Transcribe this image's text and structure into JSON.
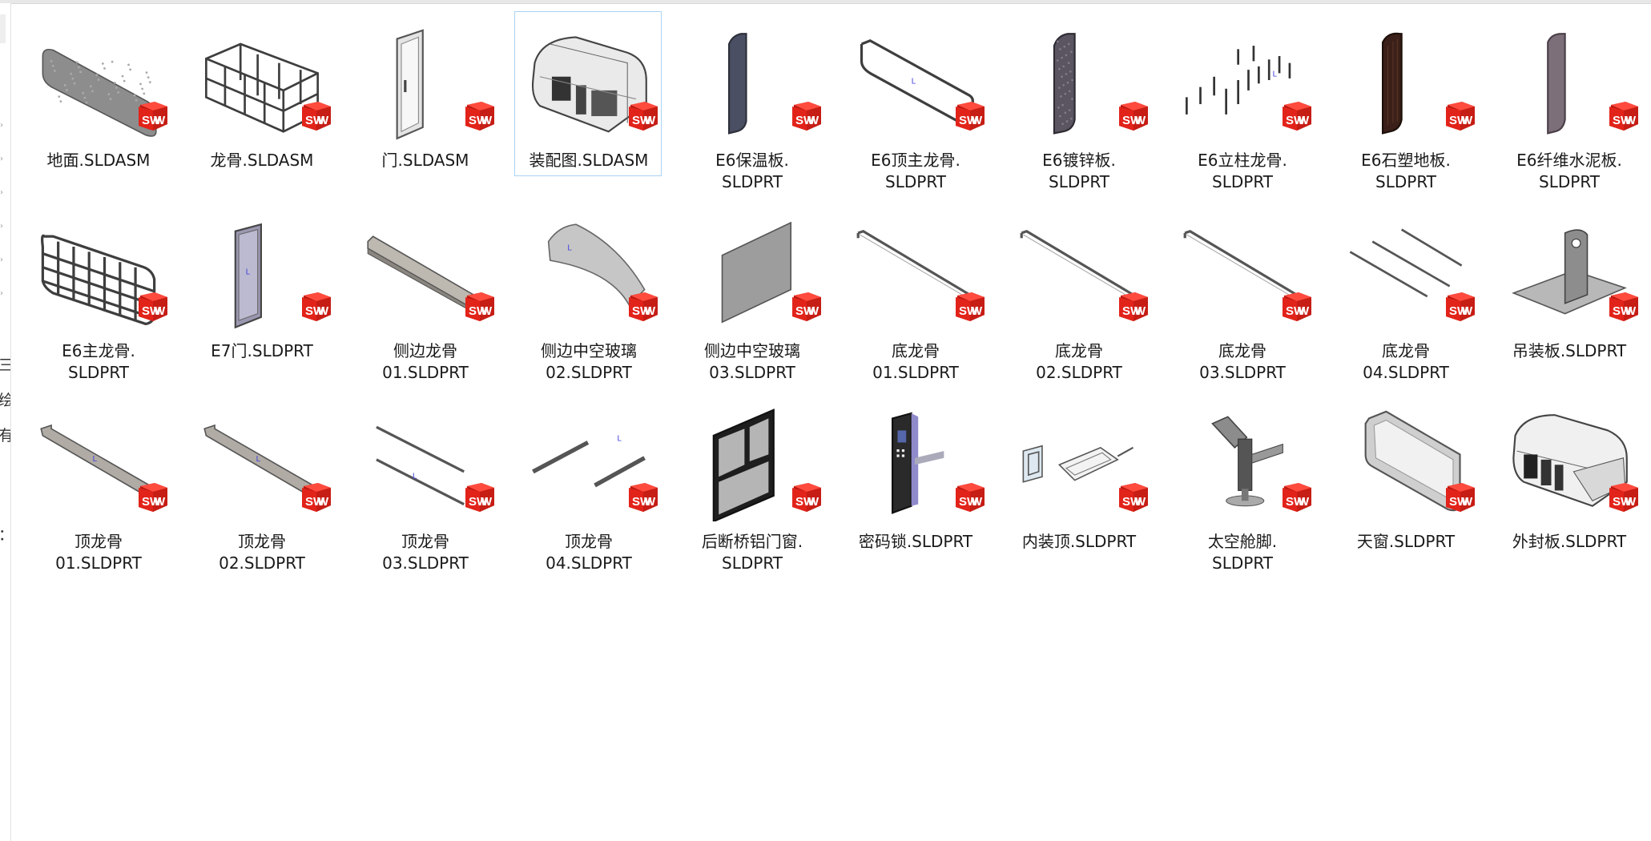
{
  "files": [
    {
      "name": "地面.SLDASM",
      "icon": "floor-plate-icon"
    },
    {
      "name": "龙骨.SLDASM",
      "icon": "frame-keel-icon"
    },
    {
      "name": "门.SLDASM",
      "icon": "door-icon"
    },
    {
      "name": "装配图.SLDASM",
      "icon": "capsule-assembly-icon",
      "selected": true
    },
    {
      "name": "E6保温板.\nSLDPRT",
      "icon": "insulation-board-icon"
    },
    {
      "name": "E6顶主龙骨.\nSLDPRT",
      "icon": "top-keel-frame-icon"
    },
    {
      "name": "E6镀锌板.\nSLDPRT",
      "icon": "galvanized-sheet-icon"
    },
    {
      "name": "E6立柱龙骨.\nSLDPRT",
      "icon": "column-keel-icon"
    },
    {
      "name": "E6石塑地板.\nSLDPRT",
      "icon": "stone-plastic-floor-icon"
    },
    {
      "name": "E6纤维水泥板.\nSLDPRT",
      "icon": "fiber-cement-board-icon"
    },
    {
      "name": "E6主龙骨.\nSLDPRT",
      "icon": "main-keel-grid-icon"
    },
    {
      "name": "E7门.SLDPRT",
      "icon": "e7-door-icon"
    },
    {
      "name": "侧边龙骨\n01.SLDPRT",
      "icon": "side-keel-beam-icon"
    },
    {
      "name": "侧边中空玻璃\n02.SLDPRT",
      "icon": "curved-glass-icon"
    },
    {
      "name": "侧边中空玻璃\n03.SLDPRT",
      "icon": "flat-glass-icon"
    },
    {
      "name": "底龙骨\n01.SLDPRT",
      "icon": "bottom-keel-rod-icon"
    },
    {
      "name": "底龙骨\n02.SLDPRT",
      "icon": "bottom-keel-rod-icon"
    },
    {
      "name": "底龙骨\n03.SLDPRT",
      "icon": "bottom-keel-rod-icon"
    },
    {
      "name": "底龙骨\n04.SLDPRT",
      "icon": "triple-rod-icon"
    },
    {
      "name": "吊装板.SLDPRT",
      "icon": "lifting-plate-icon"
    },
    {
      "name": "顶龙骨\n01.SLDPRT",
      "icon": "top-keel-bar-icon"
    },
    {
      "name": "顶龙骨\n02.SLDPRT",
      "icon": "top-keel-bar-icon"
    },
    {
      "name": "顶龙骨\n03.SLDPRT",
      "icon": "double-rod-icon"
    },
    {
      "name": "顶龙骨\n04.SLDPRT",
      "icon": "double-bar-icon"
    },
    {
      "name": "后断桥铝门窗.\nSLDPRT",
      "icon": "aluminum-window-icon"
    },
    {
      "name": "密码锁.SLDPRT",
      "icon": "password-lock-icon"
    },
    {
      "name": "内装顶.SLDPRT",
      "icon": "interior-ceiling-icon"
    },
    {
      "name": "太空舱脚.\nSLDPRT",
      "icon": "capsule-foot-icon"
    },
    {
      "name": "天窗.SLDPRT",
      "icon": "skylight-icon"
    },
    {
      "name": "外封板.SLDPRT",
      "icon": "outer-cladding-icon"
    }
  ],
  "badge": {
    "text": "SW",
    "icon": "solidworks-icon",
    "color": "#e2231a"
  },
  "sidebar": {
    "fragments": [
      "三",
      "绘",
      "有",
      "："
    ]
  }
}
